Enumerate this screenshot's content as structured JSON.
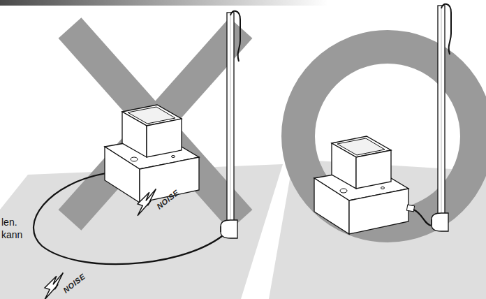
{
  "diagram": {
    "labels": [
      "len.",
      "kann",
      "NOISE",
      "NOISE"
    ]
  }
}
